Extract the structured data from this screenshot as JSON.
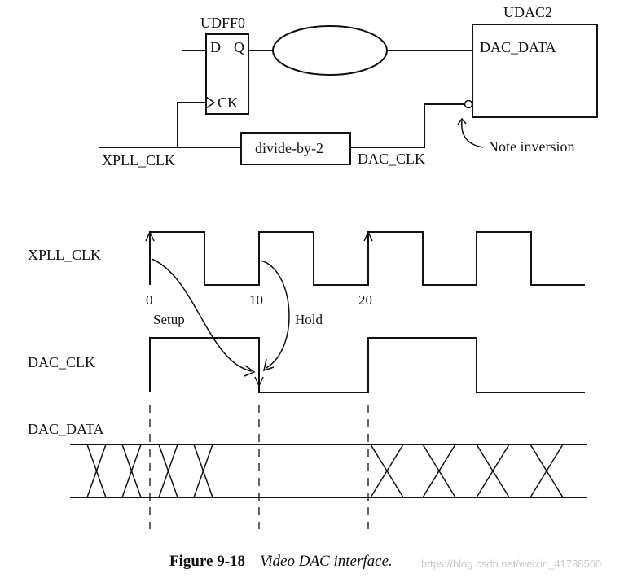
{
  "schematic": {
    "flipflop_name": "UDFF0",
    "flipflop_pin_d": "D",
    "flipflop_pin_q": "Q",
    "flipflop_pin_ck": "CK",
    "dac_name": "UDAC2",
    "dac_pin_data": "DAC_DATA",
    "divider_label": "divide-by-2",
    "input_clock_label": "XPLL_CLK",
    "dac_clock_label": "DAC_CLK",
    "note_text": "Note inversion"
  },
  "timing": {
    "signal_xpll": "XPLL_CLK",
    "signal_dac_clk": "DAC_CLK",
    "signal_dac_data": "DAC_DATA",
    "tick_0": "0",
    "tick_10": "10",
    "tick_20": "20",
    "setup_label": "Setup",
    "hold_label": "Hold"
  },
  "caption": {
    "number": "Figure 9-18",
    "title": "Video DAC interface."
  },
  "watermark": "https://blog.csdn.net/weixin_41788560"
}
